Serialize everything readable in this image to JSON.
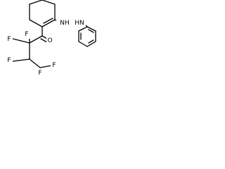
{
  "molecule": {
    "atoms": {
      "fluorine": "F",
      "oxygen": "O",
      "nitrogen_hydrogen": "NH",
      "hydrogen_nitrogen": "HN"
    }
  }
}
